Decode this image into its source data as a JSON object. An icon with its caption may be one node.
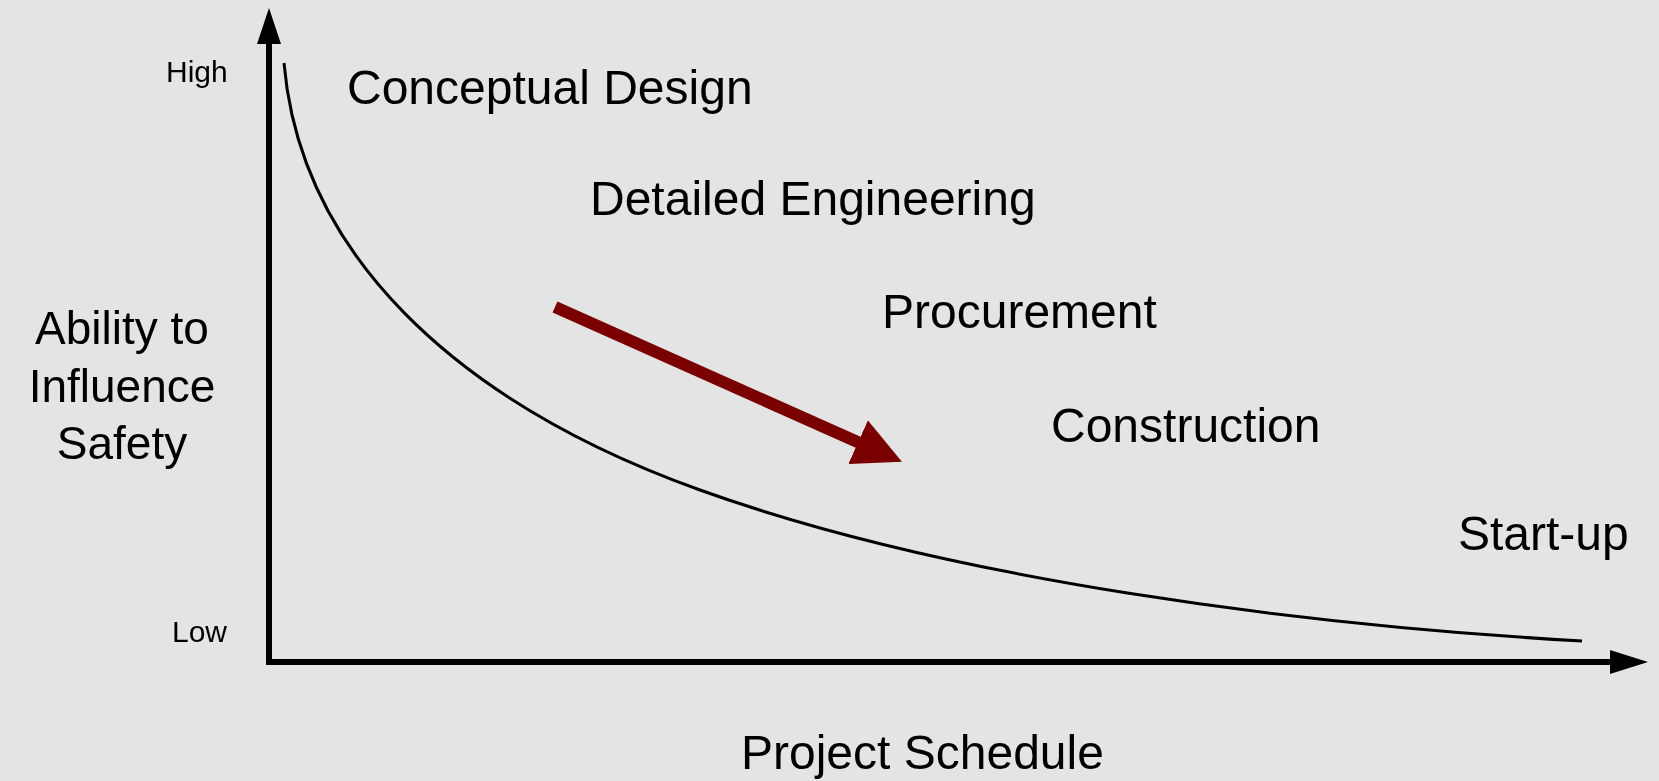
{
  "diagram": {
    "labels": [
      "High",
      "Conceptual Design",
      "Detailed Engineering",
      "Ability to Influence Safety",
      "Procurement",
      "Construction",
      "Start-up",
      "Low",
      "Project Schedule"
    ]
  }
}
